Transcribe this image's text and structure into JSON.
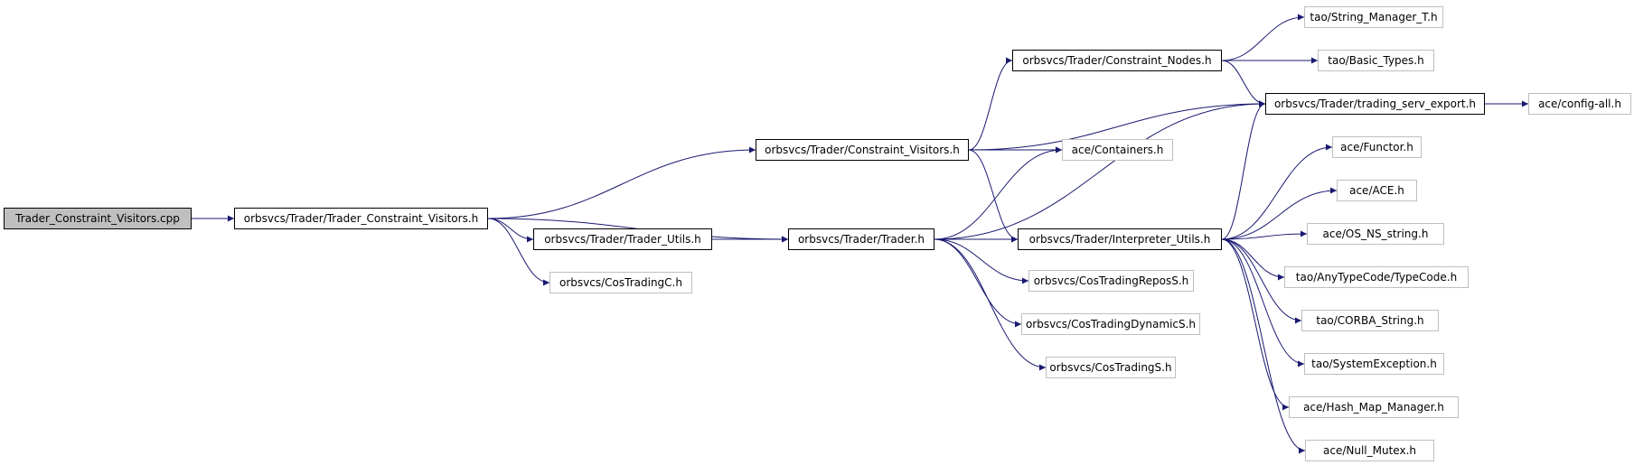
{
  "diagram": {
    "colors": {
      "edge": "#191970",
      "root_fill": "#bfbfbf",
      "doc_border": "#000000",
      "ext_border": "#bfbfbf"
    },
    "nodes": [
      {
        "id": "n0",
        "label": "Trader_Constraint_Visitors.cpp",
        "kind": "root"
      },
      {
        "id": "n1",
        "label": "orbsvcs/Trader/Trader_Constraint_Visitors.h",
        "kind": "doc"
      },
      {
        "id": "n2",
        "label": "orbsvcs/Trader/Constraint_Visitors.h",
        "kind": "doc"
      },
      {
        "id": "n3",
        "label": "orbsvcs/Trader/Trader_Utils.h",
        "kind": "doc"
      },
      {
        "id": "n4",
        "label": "orbsvcs/CosTradingC.h",
        "kind": "ext"
      },
      {
        "id": "n5",
        "label": "orbsvcs/Trader/Trader.h",
        "kind": "doc"
      },
      {
        "id": "n6",
        "label": "orbsvcs/Trader/Constraint_Nodes.h",
        "kind": "doc"
      },
      {
        "id": "n7",
        "label": "ace/Containers.h",
        "kind": "ext"
      },
      {
        "id": "n8",
        "label": "orbsvcs/Trader/Interpreter_Utils.h",
        "kind": "doc"
      },
      {
        "id": "n9",
        "label": "orbsvcs/CosTradingReposS.h",
        "kind": "ext"
      },
      {
        "id": "n10",
        "label": "orbsvcs/CosTradingDynamicS.h",
        "kind": "ext"
      },
      {
        "id": "n11",
        "label": "orbsvcs/CosTradingS.h",
        "kind": "ext"
      },
      {
        "id": "n12",
        "label": "tao/String_Manager_T.h",
        "kind": "ext"
      },
      {
        "id": "n13",
        "label": "tao/Basic_Types.h",
        "kind": "ext"
      },
      {
        "id": "n14",
        "label": "orbsvcs/Trader/trading_serv_export.h",
        "kind": "doc"
      },
      {
        "id": "n15",
        "label": "ace/config-all.h",
        "kind": "ext"
      },
      {
        "id": "n16",
        "label": "ace/Functor.h",
        "kind": "ext"
      },
      {
        "id": "n17",
        "label": "ace/ACE.h",
        "kind": "ext"
      },
      {
        "id": "n18",
        "label": "ace/OS_NS_string.h",
        "kind": "ext"
      },
      {
        "id": "n19",
        "label": "tao/AnyTypeCode/TypeCode.h",
        "kind": "ext"
      },
      {
        "id": "n20",
        "label": "tao/CORBA_String.h",
        "kind": "ext"
      },
      {
        "id": "n21",
        "label": "tao/SystemException.h",
        "kind": "ext"
      },
      {
        "id": "n22",
        "label": "ace/Hash_Map_Manager.h",
        "kind": "ext"
      },
      {
        "id": "n23",
        "label": "ace/Null_Mutex.h",
        "kind": "ext"
      }
    ],
    "edges": [
      [
        "n0",
        "n1"
      ],
      [
        "n1",
        "n2"
      ],
      [
        "n1",
        "n3"
      ],
      [
        "n1",
        "n4"
      ],
      [
        "n1",
        "n5"
      ],
      [
        "n2",
        "n6"
      ],
      [
        "n2",
        "n14"
      ],
      [
        "n2",
        "n7"
      ],
      [
        "n2",
        "n8"
      ],
      [
        "n3",
        "n5"
      ],
      [
        "n5",
        "n7"
      ],
      [
        "n5",
        "n14"
      ],
      [
        "n5",
        "n8"
      ],
      [
        "n5",
        "n9"
      ],
      [
        "n5",
        "n10"
      ],
      [
        "n5",
        "n11"
      ],
      [
        "n6",
        "n12"
      ],
      [
        "n6",
        "n13"
      ],
      [
        "n6",
        "n14"
      ],
      [
        "n14",
        "n15"
      ],
      [
        "n8",
        "n14"
      ],
      [
        "n8",
        "n16"
      ],
      [
        "n8",
        "n17"
      ],
      [
        "n8",
        "n18"
      ],
      [
        "n8",
        "n19"
      ],
      [
        "n8",
        "n20"
      ],
      [
        "n8",
        "n21"
      ],
      [
        "n8",
        "n22"
      ],
      [
        "n8",
        "n23"
      ]
    ]
  }
}
